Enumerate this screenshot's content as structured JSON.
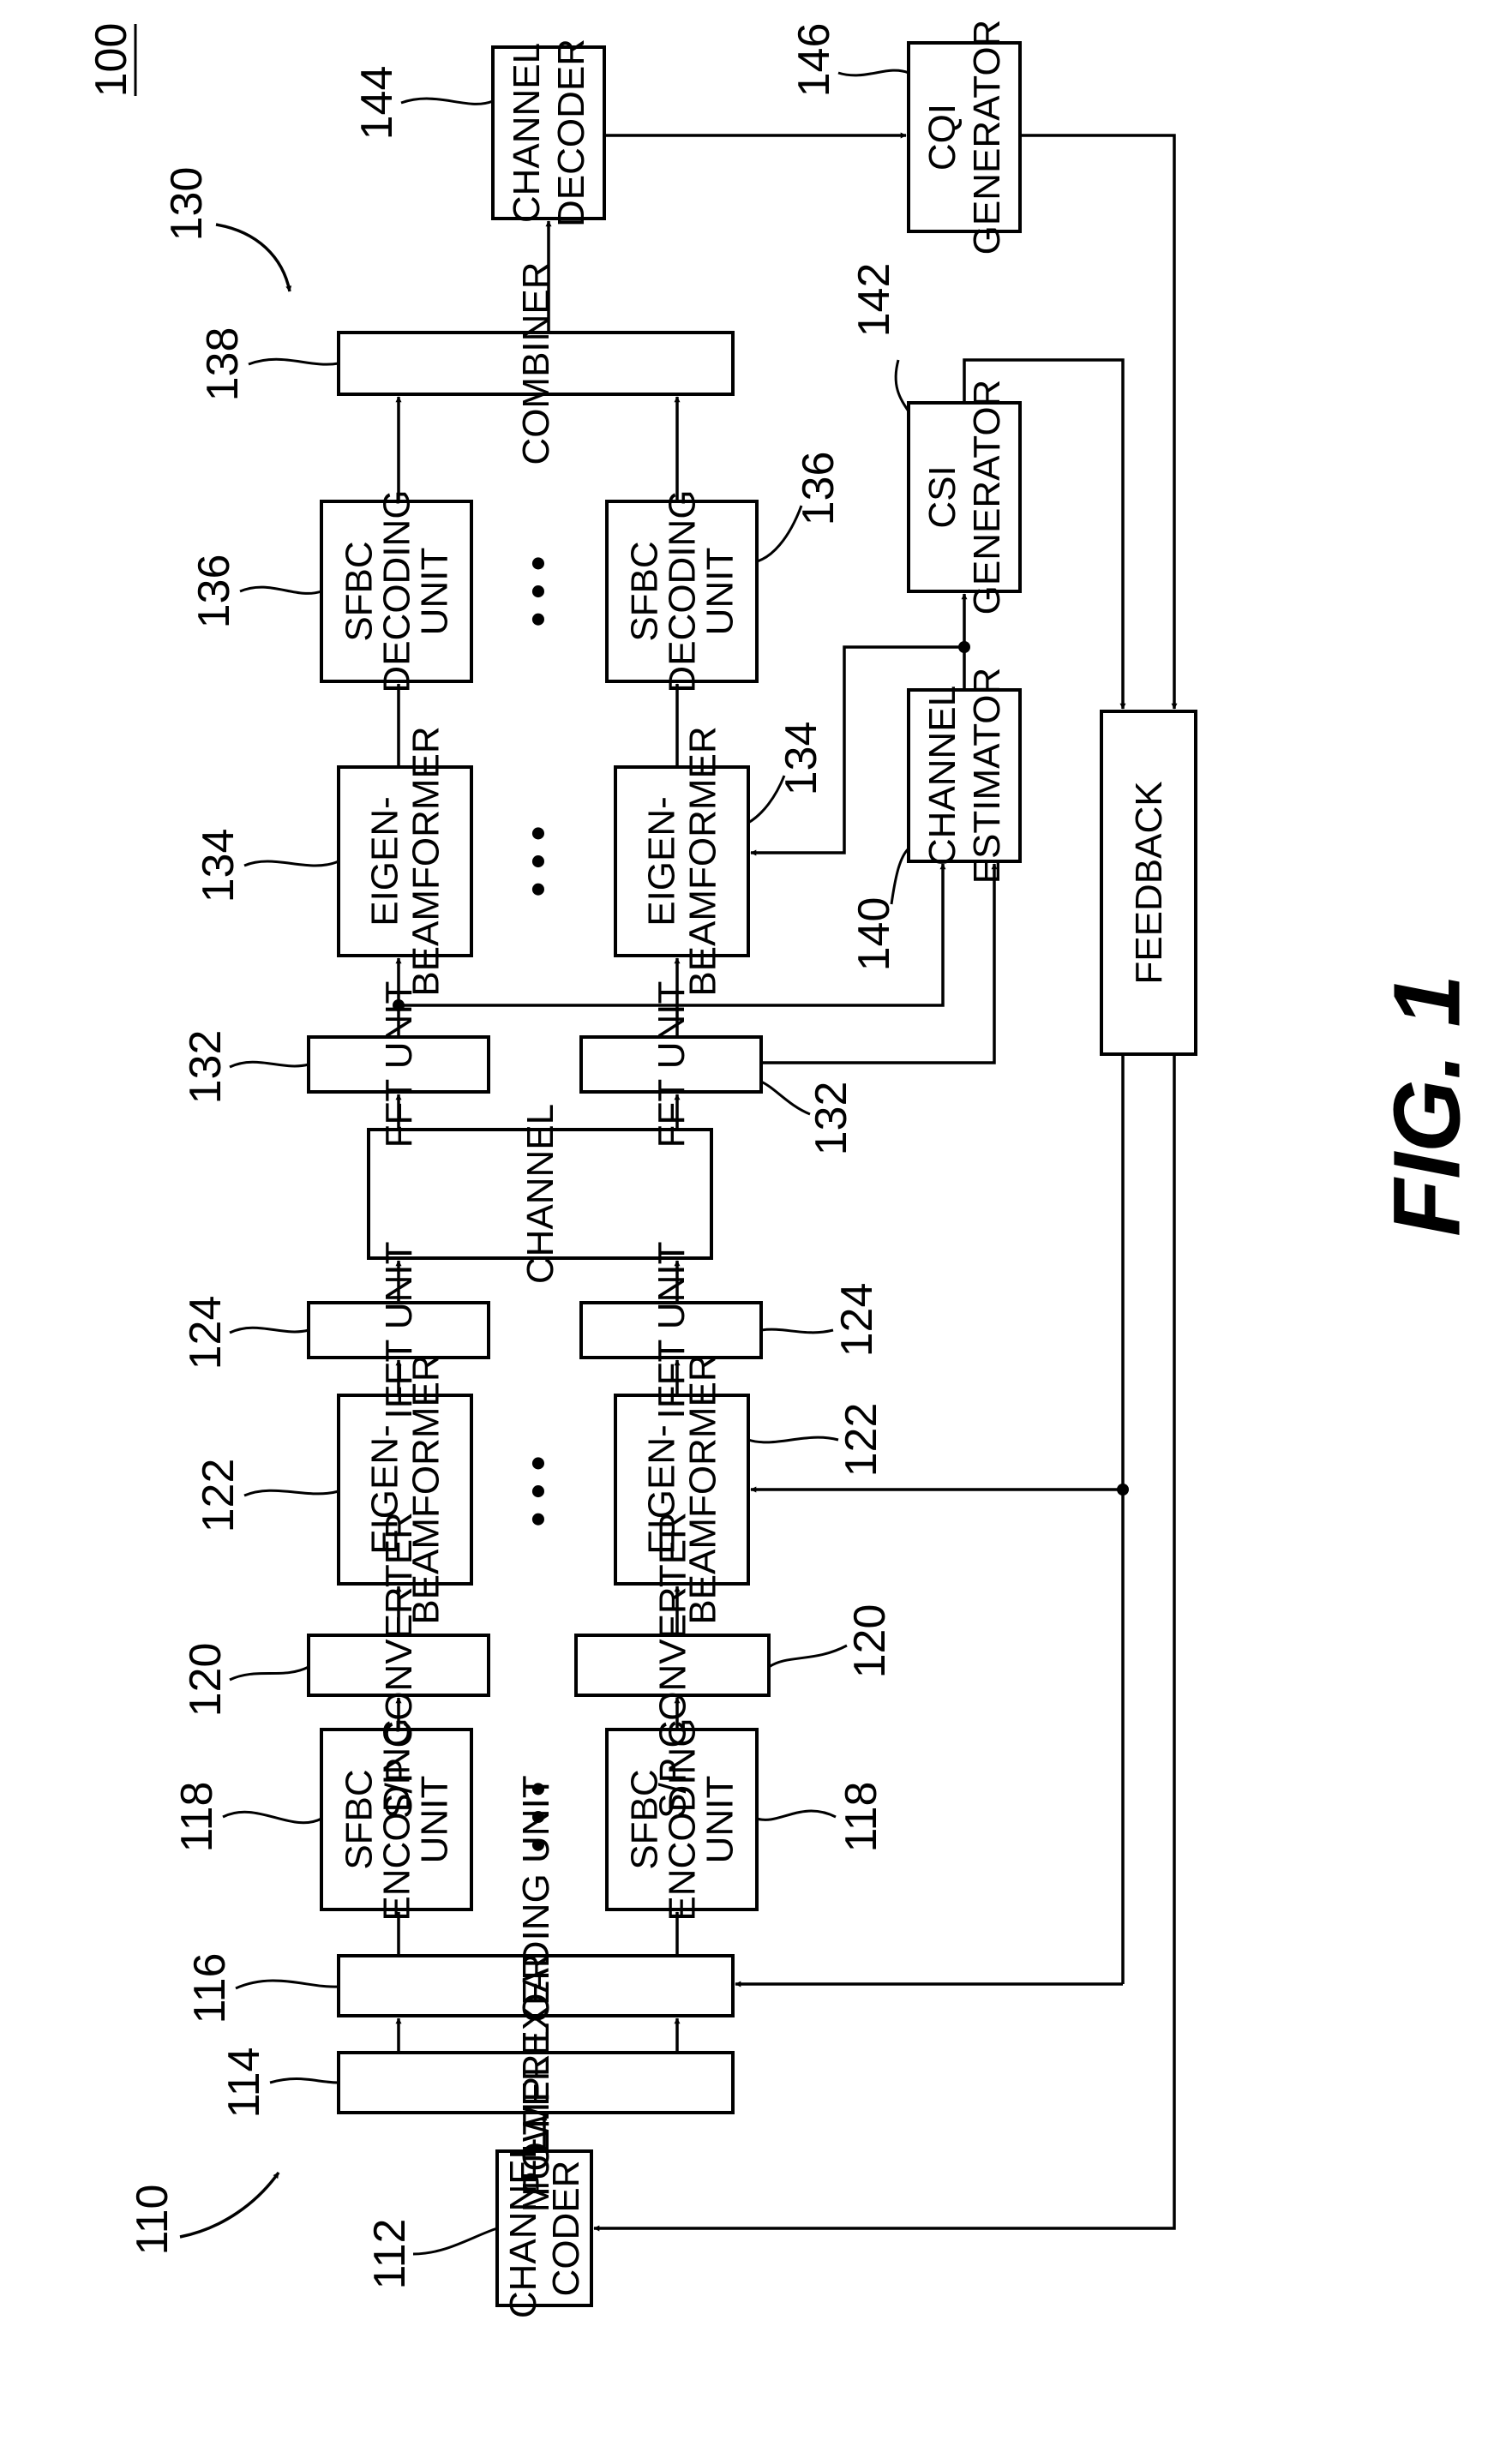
{
  "figure_number": "100",
  "figure_caption": "FIG. 1",
  "transmitter_ref": "110",
  "receiver_ref": "130",
  "blocks": {
    "channel_coder": {
      "label": [
        "CHANNEL",
        "CODER"
      ],
      "ref": "112"
    },
    "multiplexer": {
      "label": [
        "MULTIPLEXER"
      ],
      "ref": "114"
    },
    "power_loading": {
      "label": [
        "POWER LOADING UNIT"
      ],
      "ref": "116"
    },
    "sfbc_encoding": {
      "label": [
        "SFBC",
        "ENCODING",
        "UNIT"
      ],
      "ref": "118"
    },
    "sp_converter": {
      "label": [
        "S/P CONVERTER"
      ],
      "ref": "120"
    },
    "eigen_beamformer_tx": {
      "label": [
        "EIGEN-",
        "BEAMFORMER"
      ],
      "ref": "122"
    },
    "ifft_unit": {
      "label": [
        "IFFT UNIT"
      ],
      "ref": "124"
    },
    "channel": {
      "label": [
        "CHANNEL"
      ]
    },
    "fft_unit": {
      "label": [
        "FFT UNIT"
      ],
      "ref": "132"
    },
    "eigen_beamformer_rx": {
      "label": [
        "EIGEN-",
        "BEAMFORMER"
      ],
      "ref": "134"
    },
    "sfbc_decoding": {
      "label": [
        "SFBC",
        "DECODING",
        "UNIT"
      ],
      "ref": "136"
    },
    "combiner": {
      "label": [
        "COMBINER"
      ],
      "ref": "138"
    },
    "channel_estimator": {
      "label": [
        "CHANNEL",
        "ESTIMATOR"
      ],
      "ref": "140"
    },
    "csi_generator": {
      "label": [
        "CSI",
        "GENERATOR"
      ],
      "ref": "142"
    },
    "channel_decoder": {
      "label": [
        "CHANNEL",
        "DECODER"
      ],
      "ref": "144"
    },
    "cqi_generator": {
      "label": [
        "CQI",
        "GENERATOR"
      ],
      "ref": "146"
    },
    "feedback": {
      "label": [
        "FEEDBACK"
      ]
    }
  },
  "ellipsis": "• • •"
}
